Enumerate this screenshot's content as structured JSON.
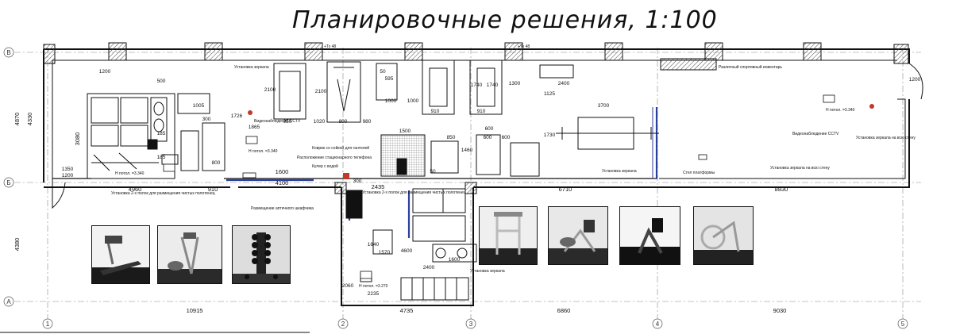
{
  "title": "Планировочные решения, 1:100",
  "axes": {
    "rows": [
      "В",
      "Б",
      "А"
    ],
    "cols": [
      "1",
      "2",
      "3",
      "4",
      "5"
    ]
  },
  "dimensions": {
    "bottom": [
      "10915",
      "4735",
      "6860",
      "9030"
    ],
    "left": [
      "4870",
      "4380"
    ],
    "left_inner": [
      "4330",
      "3080"
    ],
    "row_b": [
      "4960",
      "910",
      "1600",
      "4100",
      "2435",
      "6710",
      "8830"
    ],
    "misc": [
      "1350",
      "1200",
      "1200",
      "1200",
      "1500",
      "850",
      "600",
      "600",
      "1300",
      "1740",
      "1740",
      "2400",
      "3700",
      "1125",
      "1730",
      "2100",
      "2100",
      "1000",
      "950",
      "1020",
      "800",
      "980",
      "910",
      "910",
      "595",
      "1000",
      "1865",
      "1726",
      "800",
      "500",
      "300",
      "185",
      "185",
      "1005",
      "4600",
      "1600",
      "1640",
      "2400",
      "2235",
      "2060",
      "1570",
      "300",
      "50",
      "50",
      "600",
      "1460"
    ]
  },
  "labels": {
    "mirror_install_1": "Установка зеркала",
    "cctv_1": "Видеонаблюдение CCTV",
    "ceiling_1": "Н потол. =3.340",
    "ceiling_2": "Н потол. =3.340",
    "ceiling_3": "Н потол. =3.340",
    "ceiling_4": "Н потол. =3.270",
    "mat": "Коврик со сойкой для гантелей",
    "phone": "Расположение стационарного телефона",
    "cooler": "Кулер с водой",
    "shelf_1": "Установка 2-х полок для размещения чистых полотенец",
    "shelf_2": "Установка 2-х полок для размещения чистых полотенец",
    "first_aid": "Размещение аптечного шкафчика",
    "mirror_install_2": "Установка зеркала",
    "mirror_install_3": "Установка зеркала",
    "mirror_wall_1": "Установка зеркала на всю стену",
    "mirror_wall_2": "Установка зеркала на всю стену",
    "platforms": "Стел платформы",
    "inventory": "Различный спортивный инвентарь",
    "cctv_2": "Видеонаблюдение CCTV",
    "level_1": "+Тх 48",
    "level_2": "+Тх 48"
  },
  "photos": [
    {
      "name": "treadmill",
      "kind": "treadmill"
    },
    {
      "name": "elliptical",
      "kind": "elliptical"
    },
    {
      "name": "dumbbell-rack",
      "kind": "rack"
    },
    {
      "name": "cable-station",
      "kind": "station"
    },
    {
      "name": "recumbent-bike",
      "kind": "bike"
    },
    {
      "name": "upright-bike",
      "kind": "upright"
    },
    {
      "name": "exercise-bike",
      "kind": "spin"
    }
  ],
  "colors": {
    "line": "#111111",
    "blue_wall": "#2b3f9e",
    "marker_red": "#c0392b",
    "hatch": "#555555"
  }
}
